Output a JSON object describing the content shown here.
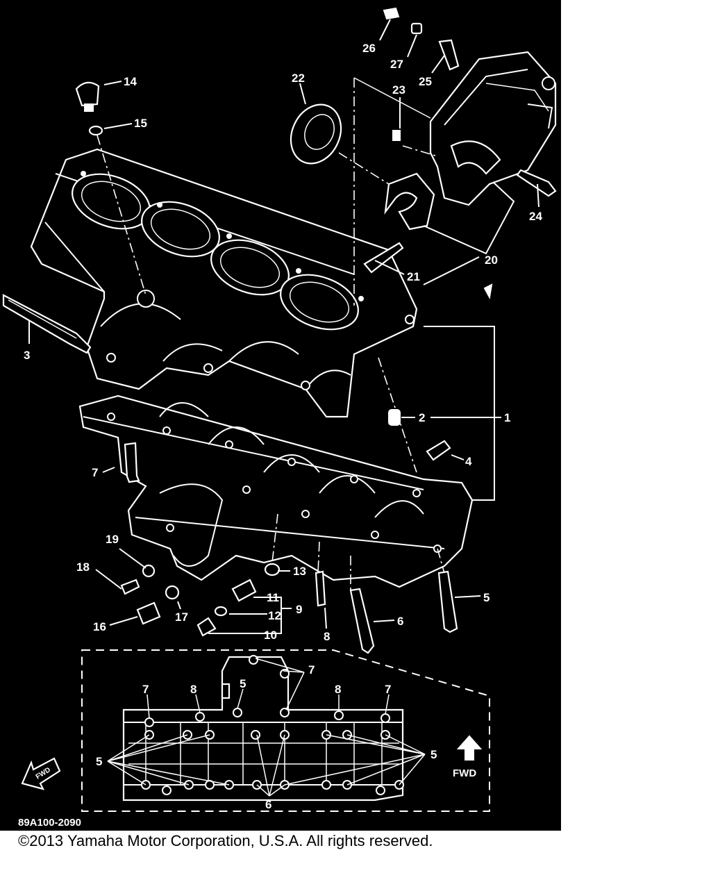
{
  "diagram": {
    "code": "89A100-2090",
    "fwd_label_main": "FWD",
    "fwd_label_arrow": "FWD",
    "callouts": {
      "c1": "1",
      "c2": "2",
      "c3": "3",
      "c4": "4",
      "c5": "5",
      "c6": "6",
      "c7": "7",
      "c8": "8",
      "c9": "9",
      "c10": "10",
      "c11": "11",
      "c12": "12",
      "c13": "13",
      "c14": "14",
      "c15": "15",
      "c16": "16",
      "c17": "17",
      "c18": "18",
      "c19": "19",
      "c20": "20",
      "c21": "21",
      "c22": "22",
      "c23": "23",
      "c24": "24",
      "c25": "25",
      "c26": "26",
      "c27": "27"
    },
    "inset_callouts": {
      "i7a": "7",
      "i8a": "8",
      "i5a": "5",
      "i7b": "7",
      "i8b": "8",
      "i7c": "7",
      "i5left": "5",
      "i5right": "5",
      "i6": "6"
    }
  },
  "footer": {
    "copyright": "©2013 Yamaha Motor Corporation, U.S.A. All rights reserved."
  }
}
